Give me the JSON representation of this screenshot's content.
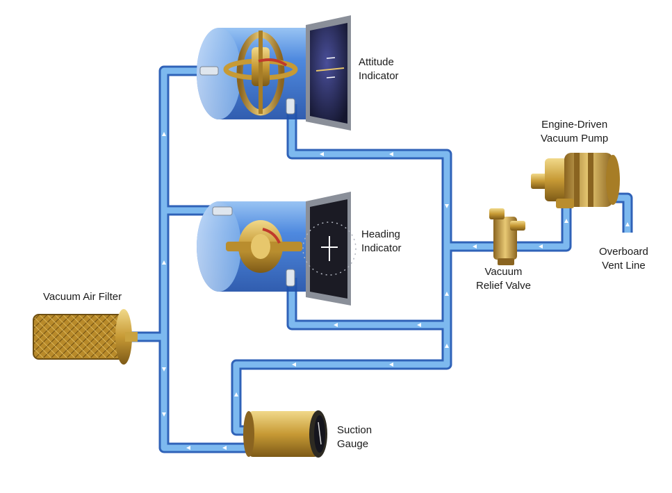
{
  "diagram": {
    "labels": {
      "attitude_indicator": [
        "Attitude",
        "Indicator"
      ],
      "heading_indicator": [
        "Heading",
        "Indicator"
      ],
      "engine_driven_vacuum_pump": [
        "Engine-Driven",
        "Vacuum Pump"
      ],
      "vacuum_relief_valve": [
        "Vacuum",
        "Relief Valve"
      ],
      "overboard_vent_line": [
        "Overboard",
        "Vent Line"
      ],
      "vacuum_air_filter": [
        "Vacuum Air Filter"
      ],
      "suction_gauge": [
        "Suction",
        "Gauge"
      ]
    },
    "colors": {
      "pipe": "#6aaeea",
      "pipe_edge": "#2f62b8",
      "housing": "#3d79d8",
      "brass": "#c9a23f",
      "brass_dark": "#7a5a18",
      "instrument_face": "#1d1f4a"
    },
    "icons": {
      "flow_arrow": "white-arrow",
      "attitude_gyro": "gimbal-gyro-icon",
      "heading_gyro": "directional-gyro-icon"
    }
  }
}
